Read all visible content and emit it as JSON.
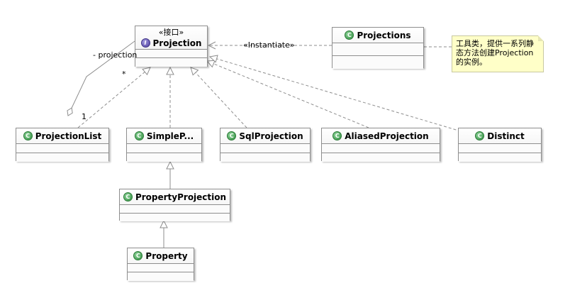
{
  "classes": {
    "projection": {
      "stereotype": "«接口»",
      "name": "Projection",
      "icon": "interface-icon"
    },
    "projections": {
      "name": "Projections",
      "icon": "class-icon"
    },
    "projection_list": {
      "name": "ProjectionList",
      "icon": "class-icon"
    },
    "simple_projection": {
      "name": "SimpleP...",
      "icon": "class-icon"
    },
    "sql_projection": {
      "name": "SqlProjection",
      "icon": "class-icon"
    },
    "aliased_projection": {
      "name": "AliasedProjection",
      "icon": "class-icon"
    },
    "distinct": {
      "name": "Distinct",
      "icon": "class-icon"
    },
    "property_projection": {
      "name": "PropertyProjection",
      "icon": "class-icon"
    },
    "property": {
      "name": "Property",
      "icon": "class-icon"
    }
  },
  "note": {
    "text": "工具类，提供一系列静态方法创建Projection的实例。"
  },
  "labels": {
    "instantiate": "«Instantiate»",
    "role": "- projection",
    "multiplicity_many": "*",
    "multiplicity_one": "1"
  },
  "colors": {
    "line": "#8e8e8e",
    "class_icon": "#2f8f3f",
    "interface_icon": "#4d3f9e",
    "note_bg": "#ffffc8"
  }
}
